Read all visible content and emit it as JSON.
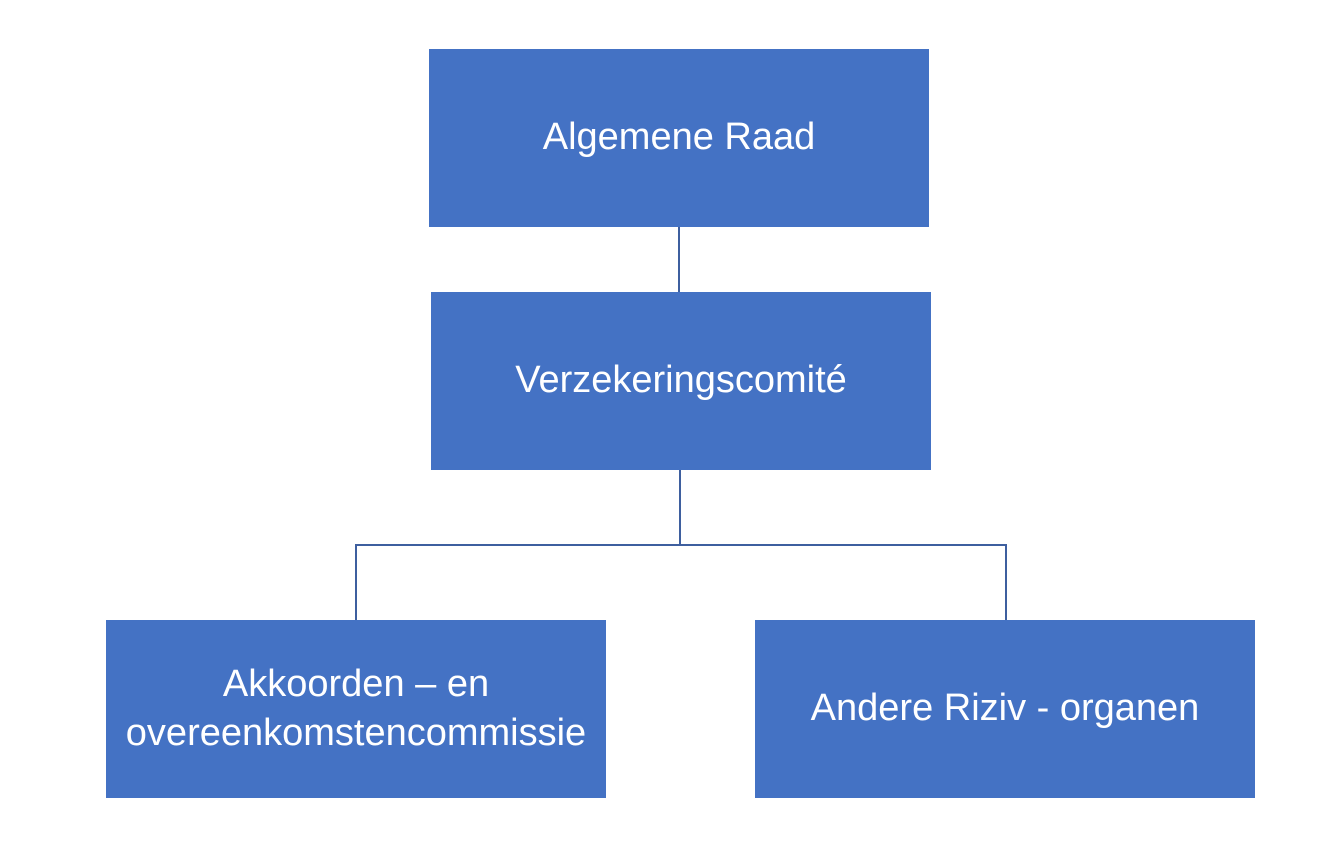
{
  "diagram": {
    "type": "org-chart",
    "colors": {
      "page_bg": "#FFFFFF",
      "node_fill": "#4472C4",
      "node_text": "#FFFFFF",
      "connector": "#3E5F9F"
    },
    "nodes": [
      {
        "id": "algemene-raad",
        "label": "Algemene Raad",
        "level": 1
      },
      {
        "id": "verzekeringscomite",
        "label": "Verzekeringscomité",
        "level": 2,
        "parent": "algemene-raad"
      },
      {
        "id": "akkoorden-en-overeenkomstencommissie",
        "label": "Akkoorden – en overeenkomstencommissie",
        "level": 3,
        "parent": "verzekeringscomite"
      },
      {
        "id": "andere-riziv-organen",
        "label": "Andere Riziv - organen",
        "level": 3,
        "parent": "verzekeringscomite"
      }
    ],
    "edges": [
      {
        "from": "algemene-raad",
        "to": "verzekeringscomite"
      },
      {
        "from": "verzekeringscomite",
        "to": "akkoorden-en-overeenkomstencommissie"
      },
      {
        "from": "verzekeringscomite",
        "to": "andere-riziv-organen"
      }
    ]
  }
}
